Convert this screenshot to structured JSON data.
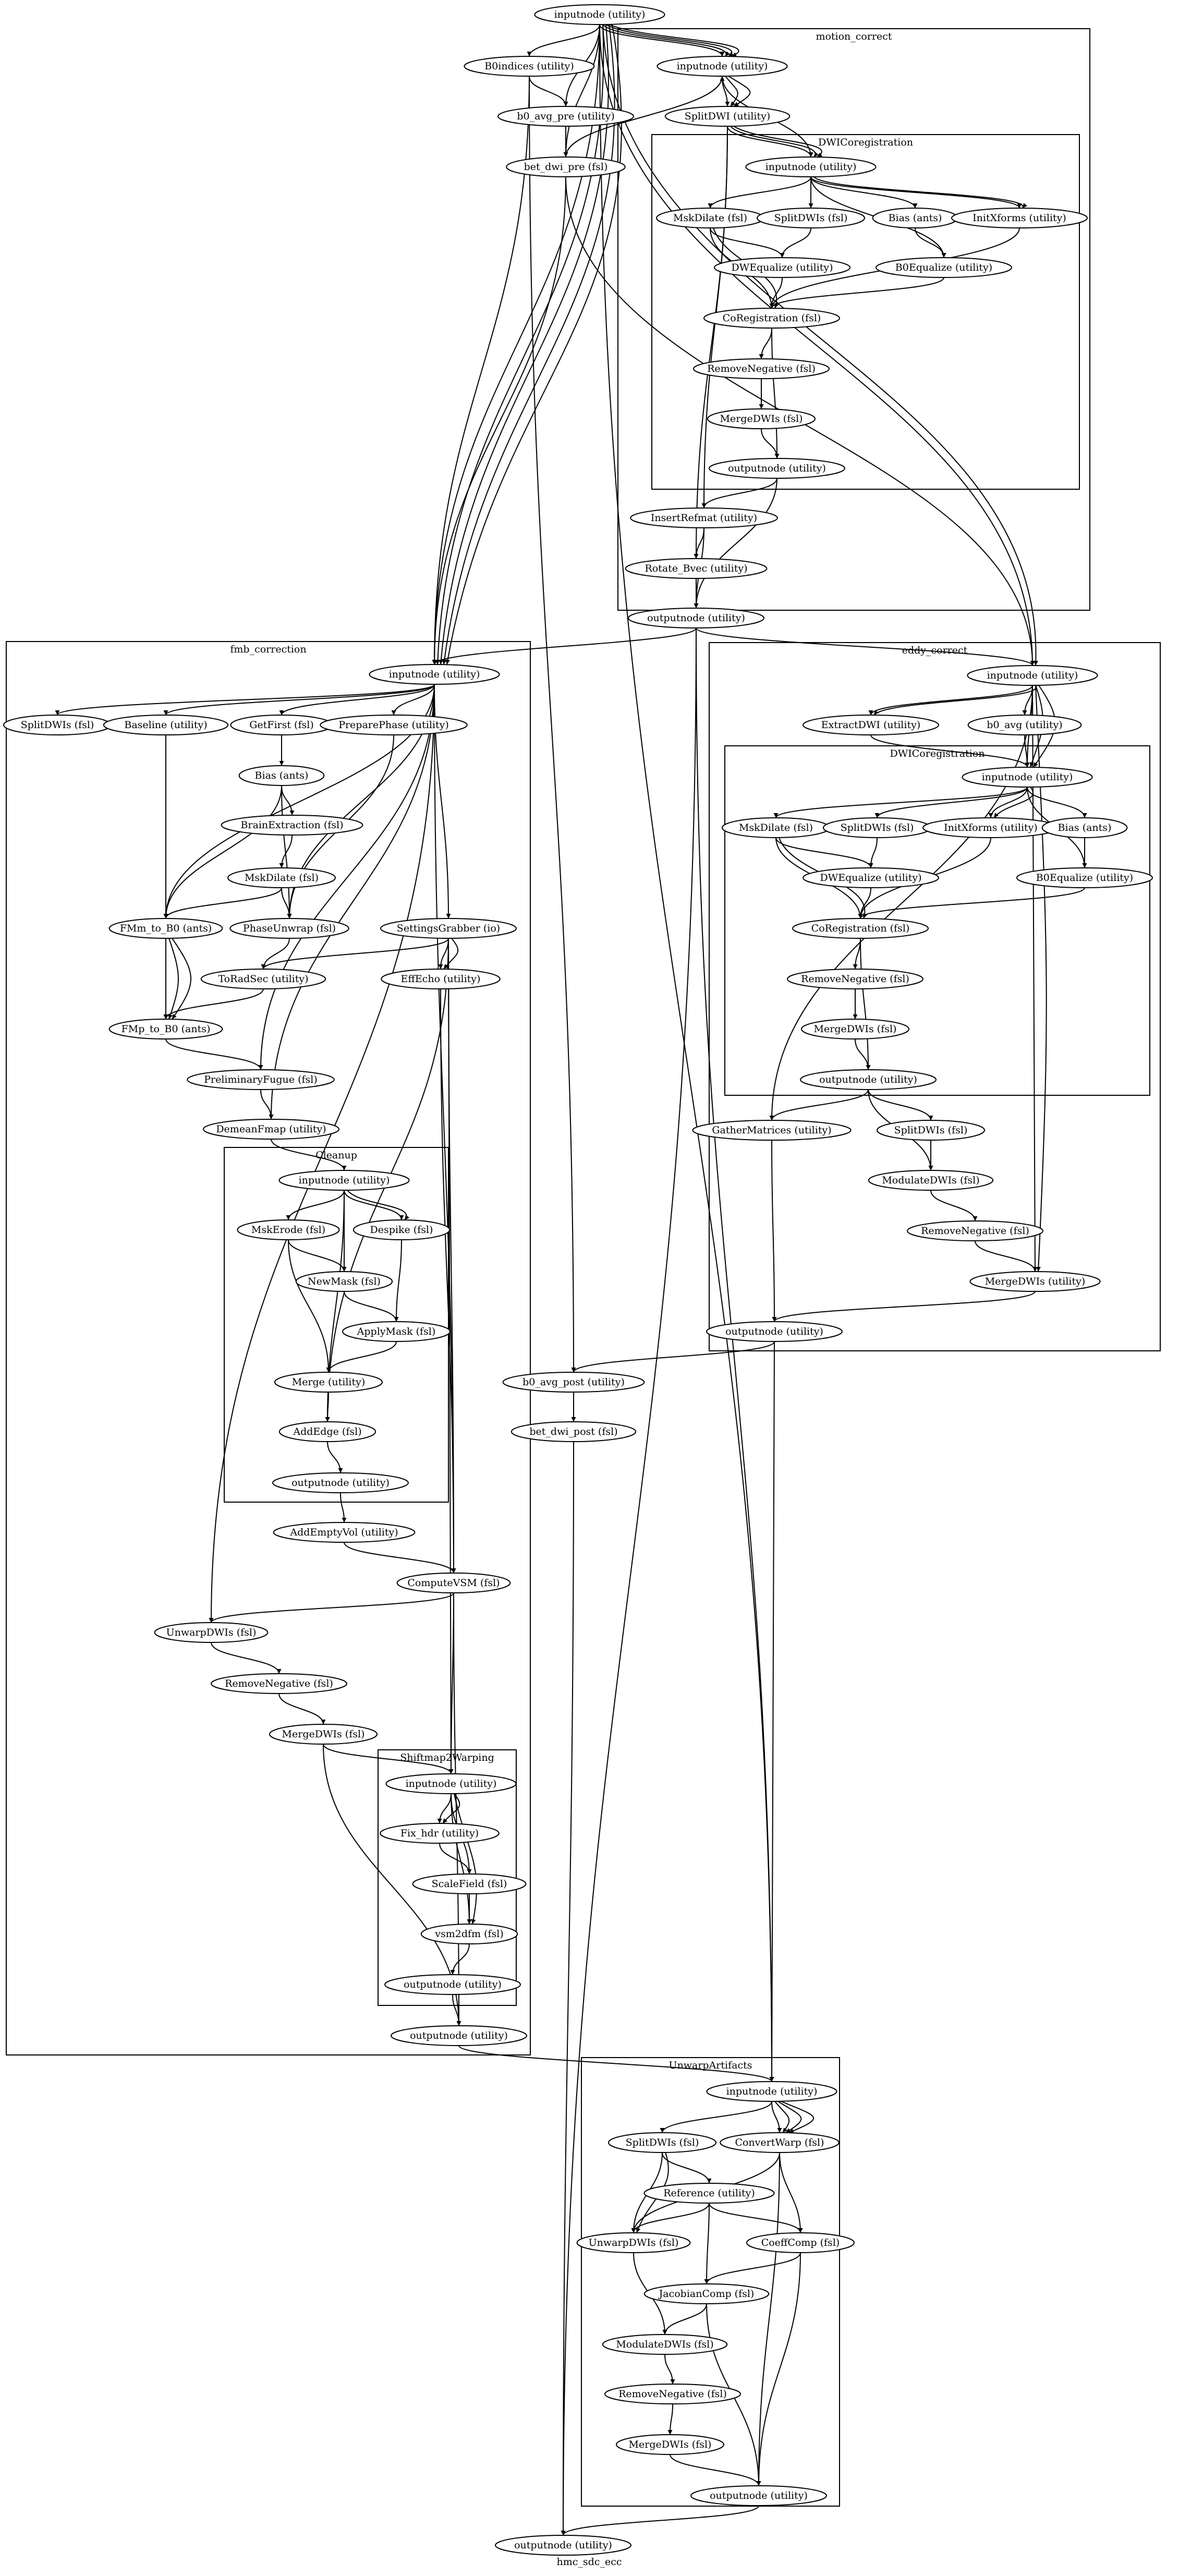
{
  "graph": {
    "title": "hmc_sdc_ecc",
    "colors": {
      "stroke": "#000000",
      "background": "#ffffff",
      "text": "#000000"
    }
  },
  "clusters": [
    {
      "id": "motion_correct",
      "label": "motion_correct"
    },
    {
      "id": "dwicoreg1",
      "label": "DWICoregistration"
    },
    {
      "id": "fmb_correction",
      "label": "fmb_correction"
    },
    {
      "id": "eddy_correct",
      "label": "eddy_correct"
    },
    {
      "id": "dwicoreg2",
      "label": "DWICoregistration"
    },
    {
      "id": "cleanup",
      "label": "Cleanup"
    },
    {
      "id": "shiftmap",
      "label": "Shiftmap2Warping"
    },
    {
      "id": "unwarp",
      "label": "UnwarpArtifacts"
    }
  ],
  "nodes": [
    {
      "id": "root_in",
      "label": "inputnode (utility)"
    },
    {
      "id": "b0indices",
      "label": "B0indices (utility)"
    },
    {
      "id": "b0_avg_pre",
      "label": "b0_avg_pre (utility)"
    },
    {
      "id": "bet_dwi_pre",
      "label": "bet_dwi_pre (fsl)"
    },
    {
      "id": "mc_in",
      "label": "inputnode (utility)"
    },
    {
      "id": "mc_split",
      "label": "SplitDWI (utility)"
    },
    {
      "id": "d1_in",
      "label": "inputnode (utility)"
    },
    {
      "id": "d1_mskdil",
      "label": "MskDilate (fsl)"
    },
    {
      "id": "d1_split",
      "label": "SplitDWIs (fsl)"
    },
    {
      "id": "d1_bias",
      "label": "Bias (ants)"
    },
    {
      "id": "d1_initx",
      "label": "InitXforms (utility)"
    },
    {
      "id": "d1_dwieq",
      "label": "DWEqualize (utility)"
    },
    {
      "id": "d1_b0eq",
      "label": "B0Equalize (utility)"
    },
    {
      "id": "d1_coreg",
      "label": "CoRegistration (fsl)"
    },
    {
      "id": "d1_rmneg",
      "label": "RemoveNegative (fsl)"
    },
    {
      "id": "d1_merge",
      "label": "MergeDWIs (fsl)"
    },
    {
      "id": "d1_out",
      "label": "outputnode (utility)"
    },
    {
      "id": "mc_insert",
      "label": "InsertRefmat (utility)"
    },
    {
      "id": "mc_rotate",
      "label": "Rotate_Bvec (utility)"
    },
    {
      "id": "mc_out",
      "label": "outputnode (utility)"
    },
    {
      "id": "fm_in",
      "label": "inputnode (utility)"
    },
    {
      "id": "fm_splitdwis",
      "label": "SplitDWIs (fsl)"
    },
    {
      "id": "fm_baseline",
      "label": "Baseline (utility)"
    },
    {
      "id": "fm_getfirst",
      "label": "GetFirst (fsl)"
    },
    {
      "id": "fm_prepphase",
      "label": "PreparePhase (utility)"
    },
    {
      "id": "fm_bias",
      "label": "Bias (ants)"
    },
    {
      "id": "fm_brainext",
      "label": "BrainExtraction (fsl)"
    },
    {
      "id": "fm_mskdil",
      "label": "MskDilate (fsl)"
    },
    {
      "id": "fm_fmm",
      "label": "FMm_to_B0 (ants)"
    },
    {
      "id": "fm_phaseunwrap",
      "label": "PhaseUnwrap (fsl)"
    },
    {
      "id": "fm_settings",
      "label": "SettingsGrabber (io)"
    },
    {
      "id": "fm_toradsec",
      "label": "ToRadSec (utility)"
    },
    {
      "id": "fm_effecho",
      "label": "EffEcho (utility)"
    },
    {
      "id": "fm_fmp",
      "label": "FMp_to_B0 (ants)"
    },
    {
      "id": "fm_prelim",
      "label": "PreliminaryFugue (fsl)"
    },
    {
      "id": "fm_demean",
      "label": "DemeanFmap (utility)"
    },
    {
      "id": "cl_in",
      "label": "inputnode (utility)"
    },
    {
      "id": "cl_mskerode",
      "label": "MskErode (fsl)"
    },
    {
      "id": "cl_despike",
      "label": "Despike (fsl)"
    },
    {
      "id": "cl_newmask",
      "label": "NewMask (fsl)"
    },
    {
      "id": "cl_applymask",
      "label": "ApplyMask (fsl)"
    },
    {
      "id": "cl_merge",
      "label": "Merge (utility)"
    },
    {
      "id": "cl_addedge",
      "label": "AddEdge (fsl)"
    },
    {
      "id": "cl_out",
      "label": "outputnode (utility)"
    },
    {
      "id": "fm_addempty",
      "label": "AddEmptyVol (utility)"
    },
    {
      "id": "fm_vsm",
      "label": "ComputeVSM (fsl)"
    },
    {
      "id": "fm_unwarp",
      "label": "UnwarpDWIs (fsl)"
    },
    {
      "id": "fm_rmneg",
      "label": "RemoveNegative (fsl)"
    },
    {
      "id": "fm_merge",
      "label": "MergeDWIs (fsl)"
    },
    {
      "id": "sw_in",
      "label": "inputnode (utility)"
    },
    {
      "id": "sw_fixhdr",
      "label": "Fix_hdr (utility)"
    },
    {
      "id": "sw_scale",
      "label": "ScaleField (fsl)"
    },
    {
      "id": "sw_vsm2dfm",
      "label": "vsm2dfm (fsl)"
    },
    {
      "id": "sw_out",
      "label": "outputnode (utility)"
    },
    {
      "id": "fm_out",
      "label": "outputnode (utility)"
    },
    {
      "id": "ec_in",
      "label": "inputnode (utility)"
    },
    {
      "id": "ec_extract",
      "label": "ExtractDWI (utility)"
    },
    {
      "id": "ec_b0avg",
      "label": "b0_avg (utility)"
    },
    {
      "id": "d2_in",
      "label": "inputnode (utility)"
    },
    {
      "id": "d2_mskdil",
      "label": "MskDilate (fsl)"
    },
    {
      "id": "d2_split",
      "label": "SplitDWIs (fsl)"
    },
    {
      "id": "d2_initx",
      "label": "InitXforms (utility)"
    },
    {
      "id": "d2_bias",
      "label": "Bias (ants)"
    },
    {
      "id": "d2_dwieq",
      "label": "DWEqualize (utility)"
    },
    {
      "id": "d2_b0eq",
      "label": "B0Equalize (utility)"
    },
    {
      "id": "d2_coreg",
      "label": "CoRegistration (fsl)"
    },
    {
      "id": "d2_rmneg",
      "label": "RemoveNegative (fsl)"
    },
    {
      "id": "d2_merge",
      "label": "MergeDWIs (fsl)"
    },
    {
      "id": "d2_out",
      "label": "outputnode (utility)"
    },
    {
      "id": "ec_gather",
      "label": "GatherMatrices (utility)"
    },
    {
      "id": "ec_splitdwis",
      "label": "SplitDWIs (fsl)"
    },
    {
      "id": "ec_modulate",
      "label": "ModulateDWIs (fsl)"
    },
    {
      "id": "ec_rmneg",
      "label": "RemoveNegative (fsl)"
    },
    {
      "id": "ec_merge",
      "label": "MergeDWIs (utility)"
    },
    {
      "id": "ec_out",
      "label": "outputnode (utility)"
    },
    {
      "id": "b0_avg_post",
      "label": "b0_avg_post (utility)"
    },
    {
      "id": "bet_dwi_post",
      "label": "bet_dwi_post (fsl)"
    },
    {
      "id": "ua_in",
      "label": "inputnode (utility)"
    },
    {
      "id": "ua_splitdwis",
      "label": "SplitDWIs (fsl)"
    },
    {
      "id": "ua_convwarp",
      "label": "ConvertWarp (fsl)"
    },
    {
      "id": "ua_reference",
      "label": "Reference (utility)"
    },
    {
      "id": "ua_unwarp",
      "label": "UnwarpDWIs (fsl)"
    },
    {
      "id": "ua_coeff",
      "label": "CoeffComp (fsl)"
    },
    {
      "id": "ua_jacobian",
      "label": "JacobianComp (fsl)"
    },
    {
      "id": "ua_modulate",
      "label": "ModulateDWIs (fsl)"
    },
    {
      "id": "ua_rmneg",
      "label": "RemoveNegative (fsl)"
    },
    {
      "id": "ua_merge",
      "label": "MergeDWIs (fsl)"
    },
    {
      "id": "ua_out",
      "label": "outputnode (utility)"
    },
    {
      "id": "root_out",
      "label": "outputnode (utility)"
    }
  ],
  "edges": [
    [
      "root_in",
      "b0indices"
    ],
    [
      "root_in",
      "b0_avg_pre"
    ],
    [
      "root_in",
      "bet_dwi_pre"
    ],
    [
      "root_in",
      "mc_in"
    ],
    [
      "root_in",
      "mc_in"
    ],
    [
      "root_in",
      "mc_in"
    ],
    [
      "root_in",
      "mc_in"
    ],
    [
      "root_in",
      "fm_in"
    ],
    [
      "root_in",
      "fm_in"
    ],
    [
      "root_in",
      "fm_in"
    ],
    [
      "root_in",
      "fm_in"
    ],
    [
      "root_in",
      "fm_in"
    ],
    [
      "root_in",
      "ec_in"
    ],
    [
      "root_in",
      "ec_in"
    ],
    [
      "root_in",
      "ua_in"
    ],
    [
      "b0indices",
      "b0_avg_pre"
    ],
    [
      "b0indices",
      "fm_in"
    ],
    [
      "b0indices",
      "b0_avg_post"
    ],
    [
      "b0_avg_pre",
      "bet_dwi_pre"
    ],
    [
      "bet_dwi_pre",
      "mc_in"
    ],
    [
      "bet_dwi_pre",
      "fm_in"
    ],
    [
      "bet_dwi_pre",
      "ec_in"
    ],
    [
      "mc_in",
      "mc_split"
    ],
    [
      "mc_in",
      "mc_split"
    ],
    [
      "mc_in",
      "mc_split"
    ],
    [
      "mc_in",
      "d1_in"
    ],
    [
      "mc_split",
      "d1_in"
    ],
    [
      "mc_split",
      "d1_in"
    ],
    [
      "mc_split",
      "d1_in"
    ],
    [
      "mc_split",
      "mc_insert"
    ],
    [
      "mc_split",
      "mc_rotate"
    ],
    [
      "d1_in",
      "d1_mskdil"
    ],
    [
      "d1_in",
      "d1_split"
    ],
    [
      "d1_in",
      "d1_bias"
    ],
    [
      "d1_in",
      "d1_initx"
    ],
    [
      "d1_in",
      "d1_initx"
    ],
    [
      "d1_in",
      "d1_b0eq"
    ],
    [
      "d1_mskdil",
      "d1_dwieq"
    ],
    [
      "d1_mskdil",
      "d1_coreg"
    ],
    [
      "d1_mskdil",
      "d1_coreg"
    ],
    [
      "d1_split",
      "d1_dwieq"
    ],
    [
      "d1_bias",
      "d1_b0eq"
    ],
    [
      "d1_dwieq",
      "d1_coreg"
    ],
    [
      "d1_b0eq",
      "d1_coreg"
    ],
    [
      "d1_initx",
      "d1_coreg"
    ],
    [
      "d1_coreg",
      "d1_rmneg"
    ],
    [
      "d1_coreg",
      "d1_out"
    ],
    [
      "d1_rmneg",
      "d1_merge"
    ],
    [
      "d1_merge",
      "d1_out"
    ],
    [
      "d1_out",
      "mc_insert"
    ],
    [
      "d1_out",
      "mc_out"
    ],
    [
      "mc_insert",
      "mc_rotate"
    ],
    [
      "mc_insert",
      "mc_out"
    ],
    [
      "mc_rotate",
      "mc_out"
    ],
    [
      "mc_out",
      "fm_in"
    ],
    [
      "mc_out",
      "ec_in"
    ],
    [
      "mc_out",
      "ua_in"
    ],
    [
      "mc_out",
      "root_out"
    ],
    [
      "fm_in",
      "fm_splitdwis"
    ],
    [
      "fm_in",
      "fm_baseline"
    ],
    [
      "fm_in",
      "fm_getfirst"
    ],
    [
      "fm_in",
      "fm_prepphase"
    ],
    [
      "fm_in",
      "fm_fmm"
    ],
    [
      "fm_in",
      "fm_settings"
    ],
    [
      "fm_in",
      "fm_phaseunwrap"
    ],
    [
      "fm_in",
      "fm_prelim"
    ],
    [
      "fm_in",
      "fm_demean"
    ],
    [
      "fm_in",
      "fm_unwarp"
    ],
    [
      "fm_in",
      "fm_vsm"
    ],
    [
      "fm_getfirst",
      "fm_bias"
    ],
    [
      "fm_bias",
      "fm_brainext"
    ],
    [
      "fm_bias",
      "fm_fmm"
    ],
    [
      "fm_bias",
      "fm_phaseunwrap"
    ],
    [
      "fm_brainext",
      "fm_mskdil"
    ],
    [
      "fm_mskdil",
      "fm_fmm"
    ],
    [
      "fm_mskdil",
      "fm_phaseunwrap"
    ],
    [
      "fm_baseline",
      "fm_fmm"
    ],
    [
      "fm_baseline",
      "fm_fmp"
    ],
    [
      "fm_prepphase",
      "fm_phaseunwrap"
    ],
    [
      "fm_fmm",
      "fm_fmp"
    ],
    [
      "fm_fmm",
      "fm_fmp"
    ],
    [
      "fm_fmm",
      "fm_fmp"
    ],
    [
      "fm_phaseunwrap",
      "fm_toradsec"
    ],
    [
      "fm_settings",
      "fm_toradsec"
    ],
    [
      "fm_settings",
      "fm_effecho"
    ],
    [
      "fm_settings",
      "fm_effecho"
    ],
    [
      "fm_settings",
      "fm_vsm"
    ],
    [
      "fm_settings",
      "sw_in"
    ],
    [
      "fm_settings",
      "cl_addedge"
    ],
    [
      "fm_toradsec",
      "fm_fmp"
    ],
    [
      "fm_fmp",
      "fm_prelim"
    ],
    [
      "fm_prelim",
      "fm_demean"
    ],
    [
      "fm_demean",
      "cl_in"
    ],
    [
      "fm_effecho",
      "fm_vsm"
    ],
    [
      "cl_in",
      "cl_mskerode"
    ],
    [
      "cl_in",
      "cl_despike"
    ],
    [
      "cl_in",
      "cl_despike"
    ],
    [
      "cl_in",
      "cl_newmask"
    ],
    [
      "cl_in",
      "cl_addedge"
    ],
    [
      "cl_mskerode",
      "cl_newmask"
    ],
    [
      "cl_mskerode",
      "cl_merge"
    ],
    [
      "cl_despike",
      "cl_applymask"
    ],
    [
      "cl_newmask",
      "cl_applymask"
    ],
    [
      "cl_applymask",
      "cl_merge"
    ],
    [
      "cl_merge",
      "cl_addedge"
    ],
    [
      "cl_addedge",
      "cl_out"
    ],
    [
      "cl_out",
      "fm_addempty"
    ],
    [
      "fm_addempty",
      "fm_vsm"
    ],
    [
      "fm_vsm",
      "fm_unwarp"
    ],
    [
      "fm_vsm",
      "sw_in"
    ],
    [
      "fm_vsm",
      "fm_out"
    ],
    [
      "fm_unwarp",
      "fm_rmneg"
    ],
    [
      "fm_rmneg",
      "fm_merge"
    ],
    [
      "fm_merge",
      "sw_in"
    ],
    [
      "fm_merge",
      "fm_out"
    ],
    [
      "sw_in",
      "sw_fixhdr"
    ],
    [
      "sw_in",
      "sw_fixhdr"
    ],
    [
      "sw_in",
      "sw_scale"
    ],
    [
      "sw_in",
      "sw_vsm2dfm"
    ],
    [
      "sw_in",
      "sw_vsm2dfm"
    ],
    [
      "sw_fixhdr",
      "sw_scale"
    ],
    [
      "sw_scale",
      "sw_vsm2dfm"
    ],
    [
      "sw_vsm2dfm",
      "sw_out"
    ],
    [
      "sw_out",
      "fm_out"
    ],
    [
      "fm_out",
      "ua_in"
    ],
    [
      "ec_in",
      "ec_extract"
    ],
    [
      "ec_in",
      "ec_extract"
    ],
    [
      "ec_in",
      "ec_b0avg"
    ],
    [
      "ec_in",
      "d2_in"
    ],
    [
      "ec_in",
      "d2_in"
    ],
    [
      "ec_in",
      "d2_in"
    ],
    [
      "ec_in",
      "ec_gather"
    ],
    [
      "ec_in",
      "ec_merge"
    ],
    [
      "ec_in",
      "ec_merge"
    ],
    [
      "ec_extract",
      "d2_in"
    ],
    [
      "ec_b0avg",
      "d2_in"
    ],
    [
      "d2_in",
      "d2_mskdil"
    ],
    [
      "d2_in",
      "d2_split"
    ],
    [
      "d2_in",
      "d2_initx"
    ],
    [
      "d2_in",
      "d2_initx"
    ],
    [
      "d2_in",
      "d2_bias"
    ],
    [
      "d2_in",
      "d2_b0eq"
    ],
    [
      "d2_mskdil",
      "d2_dwieq"
    ],
    [
      "d2_mskdil",
      "d2_coreg"
    ],
    [
      "d2_mskdil",
      "d2_coreg"
    ],
    [
      "d2_split",
      "d2_dwieq"
    ],
    [
      "d2_bias",
      "d2_b0eq"
    ],
    [
      "d2_dwieq",
      "d2_coreg"
    ],
    [
      "d2_b0eq",
      "d2_coreg"
    ],
    [
      "d2_initx",
      "d2_coreg"
    ],
    [
      "d2_coreg",
      "d2_rmneg"
    ],
    [
      "d2_coreg",
      "d2_out"
    ],
    [
      "d2_rmneg",
      "d2_merge"
    ],
    [
      "d2_merge",
      "d2_out"
    ],
    [
      "d2_out",
      "ec_gather"
    ],
    [
      "d2_out",
      "ec_splitdwis"
    ],
    [
      "d2_out",
      "ec_modulate"
    ],
    [
      "ec_splitdwis",
      "ec_modulate"
    ],
    [
      "ec_modulate",
      "ec_rmneg"
    ],
    [
      "ec_rmneg",
      "ec_merge"
    ],
    [
      "ec_gather",
      "ec_out"
    ],
    [
      "ec_merge",
      "ec_out"
    ],
    [
      "ec_out",
      "b0_avg_post"
    ],
    [
      "ec_out",
      "ua_in"
    ],
    [
      "b0_avg_post",
      "bet_dwi_post"
    ],
    [
      "bet_dwi_post",
      "root_out"
    ],
    [
      "ua_in",
      "ua_splitdwis"
    ],
    [
      "ua_in",
      "ua_convwarp"
    ],
    [
      "ua_in",
      "ua_convwarp"
    ],
    [
      "ua_in",
      "ua_convwarp"
    ],
    [
      "ua_in",
      "ua_convwarp"
    ],
    [
      "ua_splitdwis",
      "ua_reference"
    ],
    [
      "ua_splitdwis",
      "ua_unwarp"
    ],
    [
      "ua_splitdwis",
      "ua_unwarp"
    ],
    [
      "ua_convwarp",
      "ua_coeff"
    ],
    [
      "ua_convwarp",
      "ua_unwarp"
    ],
    [
      "ua_convwarp",
      "ua_out"
    ],
    [
      "ua_reference",
      "ua_unwarp"
    ],
    [
      "ua_reference",
      "ua_coeff"
    ],
    [
      "ua_reference",
      "ua_jacobian"
    ],
    [
      "ua_coeff",
      "ua_jacobian"
    ],
    [
      "ua_coeff",
      "ua_out"
    ],
    [
      "ua_unwarp",
      "ua_modulate"
    ],
    [
      "ua_jacobian",
      "ua_modulate"
    ],
    [
      "ua_jacobian",
      "ua_out"
    ],
    [
      "ua_modulate",
      "ua_rmneg"
    ],
    [
      "ua_rmneg",
      "ua_merge"
    ],
    [
      "ua_merge",
      "ua_out"
    ],
    [
      "ua_out",
      "root_out"
    ]
  ]
}
